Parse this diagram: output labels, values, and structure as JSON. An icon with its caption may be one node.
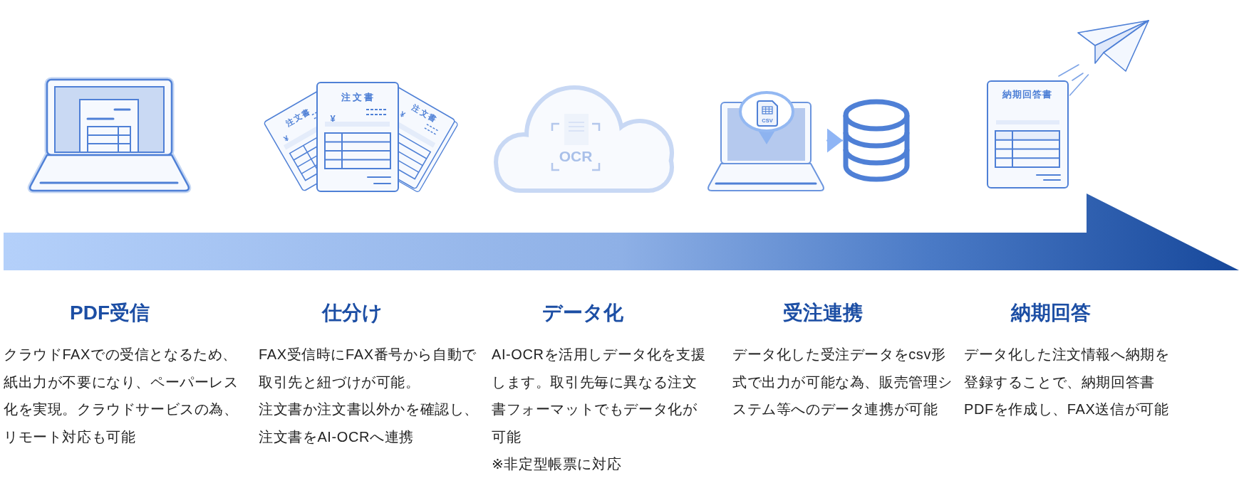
{
  "diagram": {
    "nodes": [
      {
        "text": [],
        "shape": "picture"
      },
      {
        "text": [],
        "shape": "cylinder"
      }
    ],
    "edges": [
      {
        "from": 0,
        "to": 1,
        "arrow": "to"
      }
    ],
    "labels": [
      "注文書",
      "¥",
      "注文書",
      "¥",
      "注文書",
      "¥",
      "OCR",
      "CSV",
      "納期回答書",
      "PDF受信",
      "クラウドFAXでの受信となるため、紙出力が不要になり、ペーパーレス化を実現。クラウドサービスの為、リモート対応も可能",
      "仕分け",
      "FAX受信時にFAX番号から自動で取引先と紐づけが可能。",
      "注文書か注文書以外かを確認し、注文書をAI-OCRへ連携",
      "データ化",
      "AI-OCRを活用しデータ化を支援します。取引先毎に異なる注文書フォーマットでもデータ化が可能",
      "※非定型帳票に対応",
      "受注連携",
      "データ化した受注データをcsv形式で出力が可能な為、販売管理システム等へのデータ連携が可能",
      "納期回答",
      "データ化した注文情報へ納期を登録することで、納期回答書PDFを作成し、FAX送信が可能"
    ]
  }
}
